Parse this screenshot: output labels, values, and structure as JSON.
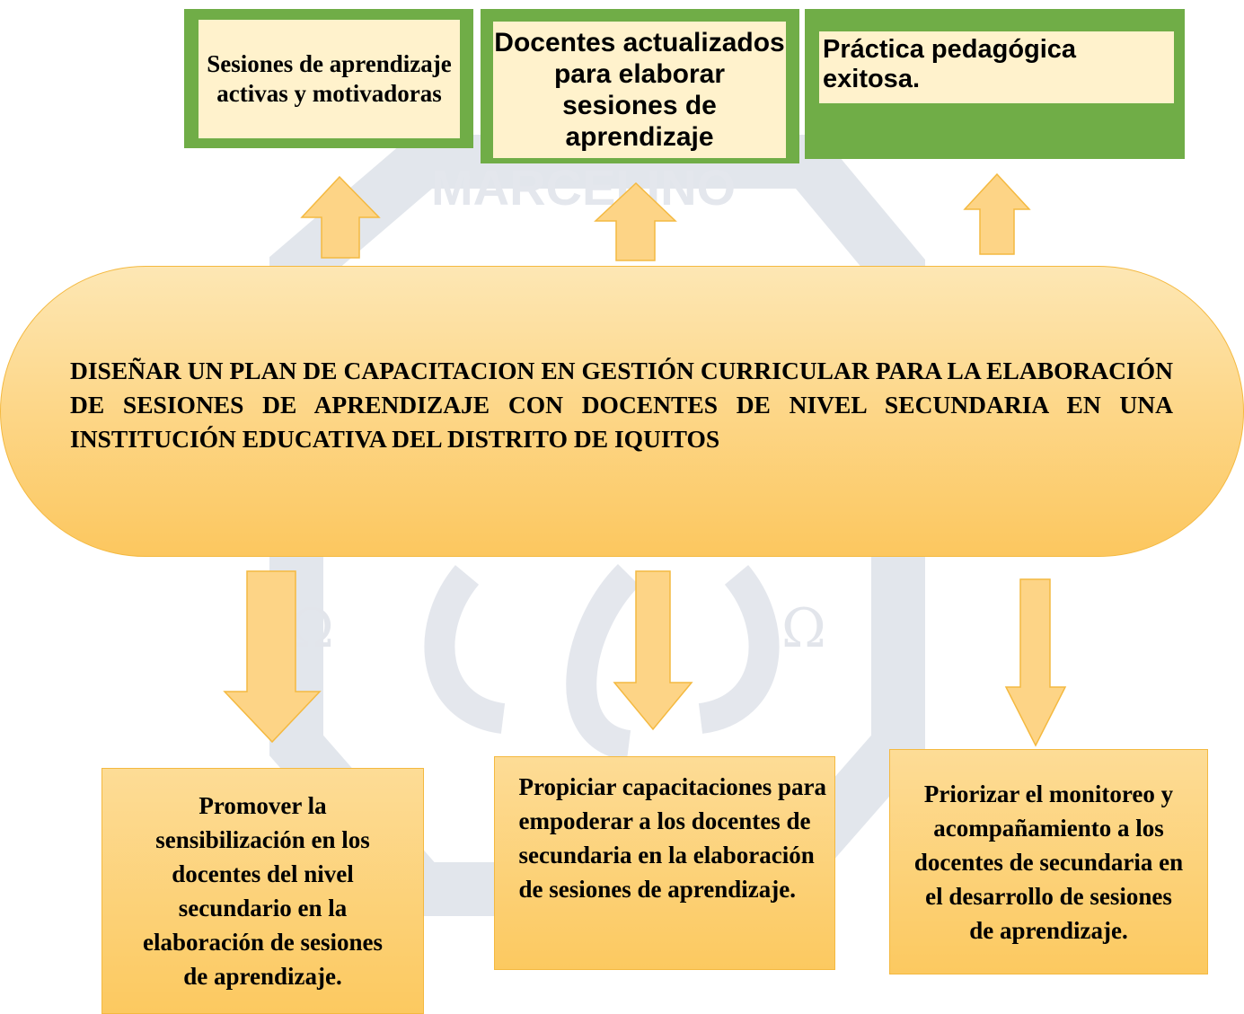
{
  "outcomes": [
    {
      "text": "Sesiones de aprendizaje activas y motivadoras"
    },
    {
      "text": "Docentes actualizados para elaborar sesiones de aprendizaje"
    },
    {
      "text": "Práctica pedagógica exitosa."
    }
  ],
  "objective": {
    "text": "DISEÑAR UN PLAN DE CAPACITACION EN GESTIÓN CURRICULAR PARA LA ELABORACIÓN DE SESIONES DE APRENDIZAJE CON DOCENTES DE NIVEL SECUNDARIA EN UNA INSTITUCIÓN EDUCATIVA DEL DISTRITO DE IQUITOS"
  },
  "strategies": [
    {
      "text": "Promover la sensibilización en  los docentes del nivel secundario en la elaboración de sesiones de aprendizaje."
    },
    {
      "text": "Propiciar capacitaciones para empoderar a los docentes de secundaria en la elaboración de sesiones de aprendizaje."
    },
    {
      "text": "Priorizar el monitoreo y acompañamiento a los docentes de secundaria en el desarrollo de sesiones de aprendizaje."
    }
  ],
  "watermark": {
    "text": "MARCELINO"
  },
  "colors": {
    "outcome_frame": "#70ad47",
    "outcome_fill": "#fff2cc",
    "arrow_fill": "#fdd486",
    "arrow_stroke": "#f4b940",
    "objective_fill": "#fdd88c",
    "strategy_fill": "#fcd27a"
  }
}
